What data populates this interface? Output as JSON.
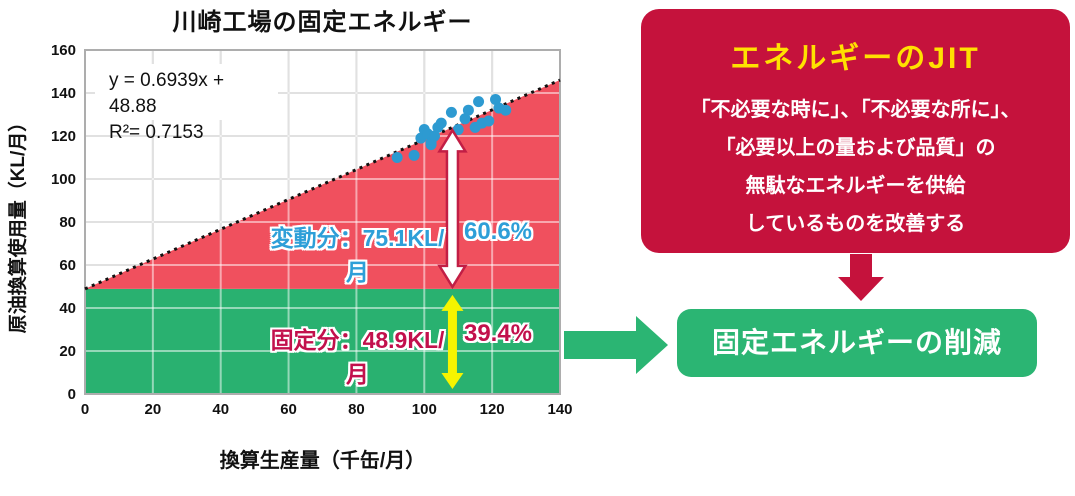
{
  "colors": {
    "page_bg": "#ffffff",
    "area_variable": "#F0505E",
    "area_fixed": "#29B170",
    "dot": "#2D9AD1",
    "grid_grey": "#C2C2C2",
    "grid_white_overlay": "rgba(255,255,255,0.5)",
    "plot_border": "#ADADAD",
    "trendline": "#111111",
    "arrow_outline": "#C21E45",
    "arrow_yellow": "#F5F400",
    "variable_text": "#2E9FD8",
    "fixed_text": "#C2104C",
    "jit_box_bg": "#C5123C",
    "jit_title_text": "#FFE100",
    "action_box_bg": "#2BB573"
  },
  "chart": {
    "title": "川崎工場の固定エネルギー",
    "equation": "y = 0.6939x + 48.88",
    "r_squared": "R²= 0.7153",
    "xlabel": "換算生産量（千缶/月）",
    "ylabel": "原油換算使用量（KL/月）",
    "variable_label": "変動分：75.1KL/月",
    "variable_pct": "60.6%",
    "fixed_label": "固定分：48.9KL/月",
    "fixed_pct": "39.4%"
  },
  "chart_data": {
    "type": "scatter",
    "title": "川崎工場の固定エネルギー",
    "xlabel": "換算生産量（千缶/月）",
    "ylabel": "原油換算使用量（KL/月）",
    "xlim": [
      0,
      140
    ],
    "ylim": [
      0,
      160
    ],
    "xticks": [
      0,
      20,
      40,
      60,
      80,
      100,
      120,
      140
    ],
    "yticks": [
      0,
      20,
      40,
      60,
      80,
      100,
      120,
      140,
      160
    ],
    "grid": true,
    "legend": false,
    "points_x": [
      92,
      97,
      99,
      100,
      101,
      102,
      102,
      103,
      104,
      105,
      108,
      110,
      112,
      113,
      115,
      116,
      117,
      119,
      121,
      122,
      124
    ],
    "points_y": [
      110,
      111,
      119,
      123,
      121,
      116,
      117,
      120,
      124,
      126,
      131,
      123,
      128,
      132,
      124,
      136,
      126,
      127,
      137,
      133,
      132
    ],
    "trendline": {
      "slope": 0.6939,
      "intercept": 48.88,
      "r2": 0.7153,
      "style": "dotted"
    },
    "fixed_split_value": 48.9,
    "annotations": {
      "variable_kl_per_month": 75.1,
      "variable_pct": 60.6,
      "fixed_kl_per_month": 48.9,
      "fixed_pct": 39.4,
      "arrow_x": 108.3
    },
    "areas": [
      {
        "name": "variable",
        "label": "変動分：75.1KL/月",
        "color": "#F0505E"
      },
      {
        "name": "fixed",
        "label": "固定分：48.9KL/月",
        "color": "#29B170"
      }
    ]
  },
  "panel": {
    "jit_title": "エネルギーのJIT",
    "jit_body": "「不必要な時に」、「不必要な所に」、\n「必要以上の量および品質」の\n無駄なエネルギーを供給\nしているものを改善する",
    "action_label": "固定エネルギーの削減"
  }
}
